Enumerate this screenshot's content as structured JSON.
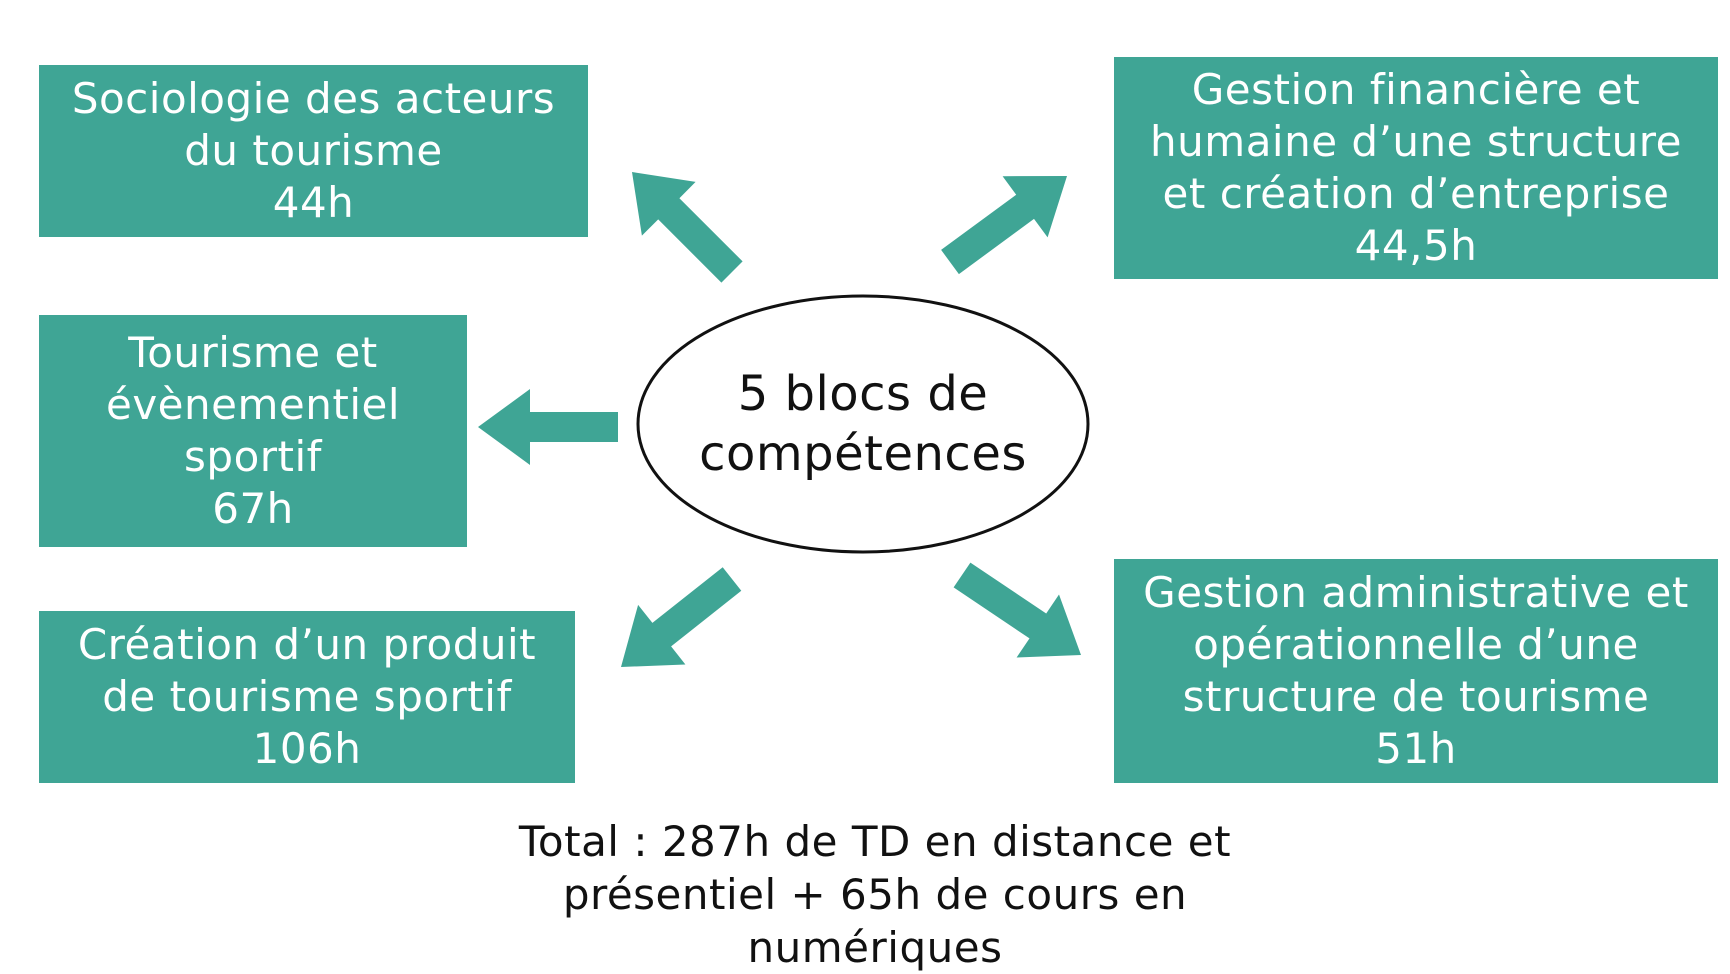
{
  "colors": {
    "box_fill": "#3fa595",
    "box_text": "#ffffff",
    "arrow_fill": "#3fa595",
    "ellipse_stroke": "#111111",
    "text": "#111111"
  },
  "center": {
    "lines": [
      "5 blocs de",
      "compétences"
    ]
  },
  "blocks": {
    "sociologie": {
      "lines": [
        "Sociologie des acteurs",
        "du tourisme",
        "44h"
      ]
    },
    "gestion_financiere": {
      "lines": [
        "Gestion financière et",
        "humaine d’une structure",
        "et création d’entreprise",
        "44,5h"
      ]
    },
    "tourisme_evenementiel": {
      "lines": [
        "Tourisme et",
        "évènementiel",
        "sportif",
        "67h"
      ]
    },
    "creation_produit": {
      "lines": [
        "Création d’un produit",
        "de tourisme sportif",
        "106h"
      ]
    },
    "gestion_administrative": {
      "lines": [
        "Gestion administrative et",
        "opérationnelle d’une",
        "structure de tourisme",
        "51h"
      ]
    }
  },
  "total": {
    "lines": [
      "Total : 287h de TD en distance et",
      "présentiel + 65h de cours en",
      "numériques"
    ]
  }
}
